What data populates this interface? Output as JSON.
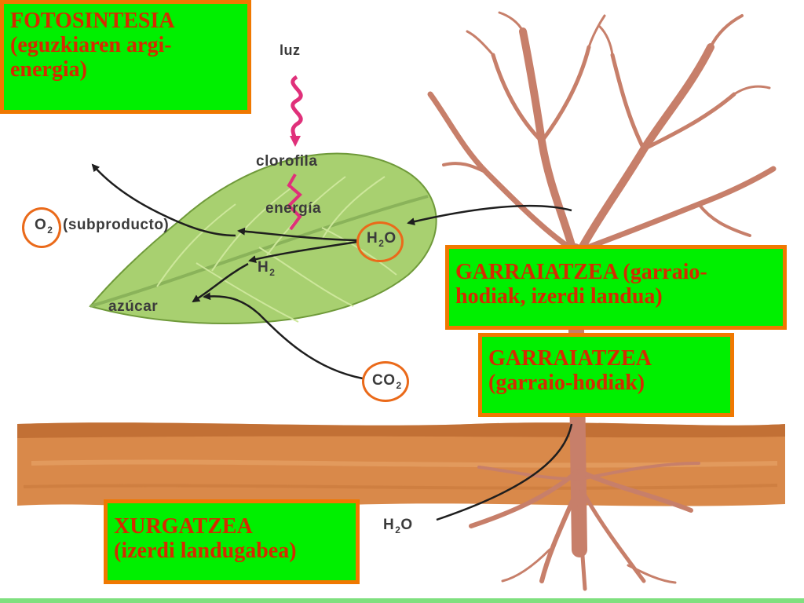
{
  "boxes": {
    "fotosintesia": {
      "line1": "FOTOSINTESIA",
      "line2": "(eguzkiaren argi-",
      "line3": "energia)"
    },
    "garraiatzea_1": {
      "line1": "GARRAIATZEA (garraio-",
      "line2": "hodiak, izerdi landua)"
    },
    "garraiatzea_2": {
      "line1": "GARRAIATZEA",
      "line2": "(garraio-hodiak)"
    },
    "xurgatzea": {
      "line1": "XURGATZEA",
      "line2": "(izerdi landugabea)"
    }
  },
  "labels": {
    "luz": "luz",
    "clorofila": "clorofila",
    "energia": "energía",
    "o2_main": "O",
    "o2_sub": "2",
    "subproducto": "(subproducto)",
    "h2o_leaf_main": "H",
    "h2o_leaf_sub": "2",
    "h2o_leaf_end": "O",
    "h2_main": "H",
    "h2_sub": "2",
    "azucar": "azúcar",
    "co2_main": "CO",
    "co2_sub": "2",
    "h2o_soil_main": "H",
    "h2o_soil_sub": "2",
    "h2o_soil_end": "O"
  },
  "colors": {
    "box_fill": "#00f000",
    "box_border": "#f07800",
    "box_text": "#d52a00",
    "leaf": "#a8d070",
    "soil": "#d9894a",
    "trunk": "#c77f6a",
    "light_wave": "#e0307a",
    "circle": "#ea6a1a"
  }
}
